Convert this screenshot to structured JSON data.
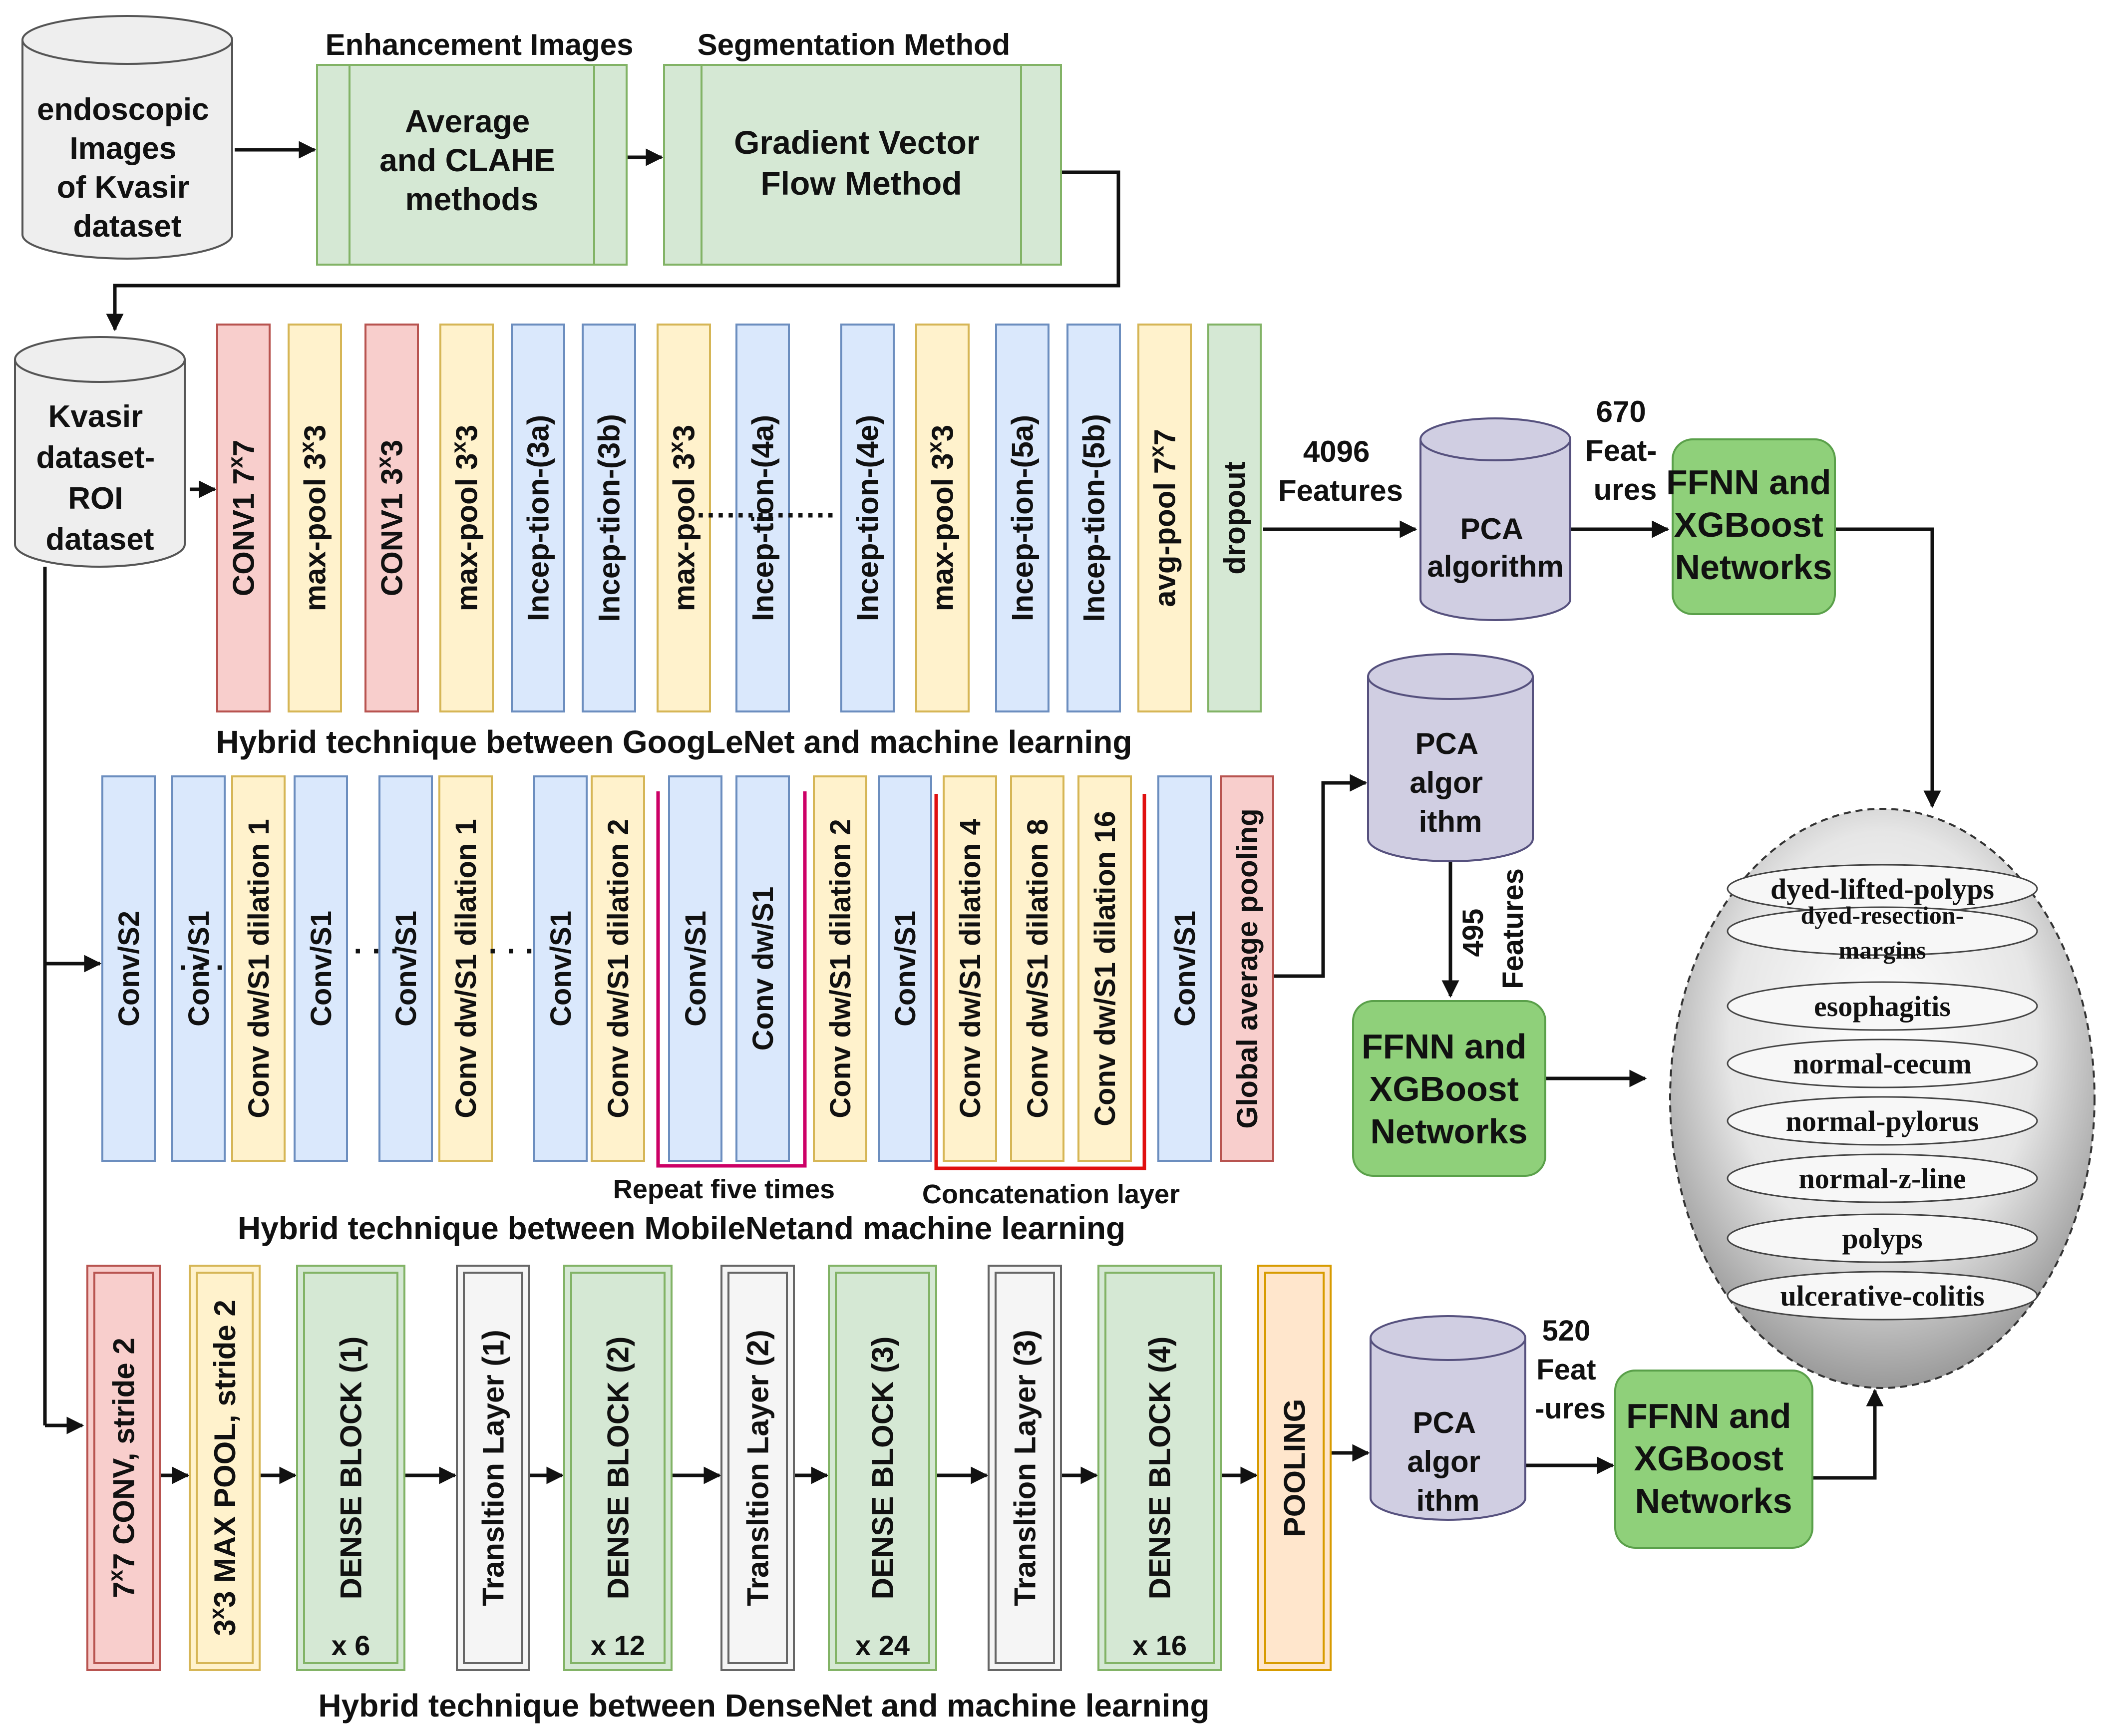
{
  "header": {
    "source_db": "endoscopic Images of Kvasir dataset",
    "enhancement_title": "Enhancement Images",
    "enhancement_box": "Average and CLAHE methods",
    "segmentation_title": "Segmentation Method",
    "segmentation_box": "Gradient Vector Flow  Method",
    "roi_db": "Kvasir dataset-ROI dataset"
  },
  "googlenet": {
    "layers": [
      {
        "label": "CONV1 7x7",
        "kind": "conv"
      },
      {
        "label": "max-pool 3x3",
        "kind": "pool"
      },
      {
        "label": "CONV1 3x3",
        "kind": "conv"
      },
      {
        "label": "max-pool 3x3",
        "kind": "pool"
      },
      {
        "label": "Incep-tion-(3a)",
        "kind": "incep"
      },
      {
        "label": "Incep-tion-(3b)",
        "kind": "incep"
      },
      {
        "label": "max-pool 3x3",
        "kind": "pool"
      },
      {
        "label": "Incep-tion-(4a)",
        "kind": "incep"
      },
      {
        "label": "Incep-tion-(4e)",
        "kind": "incep"
      },
      {
        "label": "max-pool 3x3",
        "kind": "pool"
      },
      {
        "label": "Incep-tion-(5a)",
        "kind": "incep"
      },
      {
        "label": "Incep-tion-(5b)",
        "kind": "incep"
      },
      {
        "label": "avg-pool 7x7",
        "kind": "pool"
      },
      {
        "label": "dropout",
        "kind": "drop"
      }
    ],
    "features_in": "4096 Features",
    "pca": "PCA algorithm",
    "features_out": "670 Feat-ures",
    "classifier": "FFNN and XGBoost Networks",
    "caption": "Hybrid technique between GoogLeNet and machine learning"
  },
  "mobilenet": {
    "layers": [
      {
        "label": "Conv/S2",
        "kind": "blue"
      },
      {
        "label": "Conv/S1",
        "kind": "blue"
      },
      {
        "label": "Conv dw/S1 dilation 1",
        "kind": "yellow"
      },
      {
        "label": "Conv/S1",
        "kind": "blue"
      },
      {
        "label": "Conv/S1",
        "kind": "blue"
      },
      {
        "label": "Conv dw/S1 dilation 1",
        "kind": "yellow"
      },
      {
        "label": "Conv/S1",
        "kind": "blue"
      },
      {
        "label": "Conv dw/S1 dilation 2",
        "kind": "yellow"
      },
      {
        "label": "Conv/S1",
        "kind": "blue"
      },
      {
        "label": "Conv dw/S1",
        "kind": "blue"
      },
      {
        "label": "Conv dw/S1 dilation 2",
        "kind": "yellow"
      },
      {
        "label": "Conv/S1",
        "kind": "blue"
      },
      {
        "label": "Conv dw/S1 dilation 4",
        "kind": "yellow"
      },
      {
        "label": "Conv dw/S1 dilation 8",
        "kind": "yellow"
      },
      {
        "label": "Conv dw/S1 dilation 16",
        "kind": "yellow"
      },
      {
        "label": "Conv/S1",
        "kind": "blue"
      },
      {
        "label": "Global average pooling",
        "kind": "red"
      }
    ],
    "repeat_note": "Repeat five times",
    "concat_note": "Concatenation layer",
    "pca": "PCA algor ithm",
    "features_out": "495 Features",
    "classifier": "FFNN and XGBoost Networks",
    "caption": "Hybrid technique between MobileNetand machine learning"
  },
  "densenet": {
    "layers": [
      {
        "label": "7x7 CONV, stride 2",
        "kind": "red",
        "sub": ""
      },
      {
        "label": "3x3 MAX POOL, stride 2",
        "kind": "yellow",
        "sub": ""
      },
      {
        "label": "DENSE BLOCK (1)",
        "kind": "green",
        "sub": "x 6"
      },
      {
        "label": "Transltion Layer (1)",
        "kind": "gray",
        "sub": ""
      },
      {
        "label": "DENSE BLOCK (2)",
        "kind": "green",
        "sub": "x 12"
      },
      {
        "label": "Transltion Layer (2)",
        "kind": "gray",
        "sub": ""
      },
      {
        "label": "DENSE BLOCK (3)",
        "kind": "green",
        "sub": "x 24"
      },
      {
        "label": "Transltion Layer (3)",
        "kind": "gray",
        "sub": ""
      },
      {
        "label": "DENSE BLOCK (4)",
        "kind": "green",
        "sub": "x 16"
      },
      {
        "label": "POOLING",
        "kind": "orange",
        "sub": ""
      }
    ],
    "pca": "PCA algor ithm",
    "features_out": "520 Feat -ures",
    "classifier": "FFNN and XGBoost Networks",
    "caption": "Hybrid technique between DenseNet and machine learning"
  },
  "classes": [
    "dyed-lifted-polyps",
    "dyed-resection-margins",
    "esophagitis",
    "normal-cecum",
    "normal-pylorus",
    "normal-z-line",
    "polyps",
    "ulcerative-colitis"
  ],
  "colors": {
    "green_fill": "#d5e8d4",
    "green_stroke": "#82b366",
    "classifier_fill": "#8fd07a",
    "classifier_stroke": "#5aa04a",
    "conv_red_fill": "#f8cecc",
    "conv_red_stroke": "#b85450",
    "pool_yellow_fill": "#fff2cc",
    "pool_yellow_stroke": "#d6b656",
    "incep_blue_fill": "#dae8fc",
    "incep_blue_stroke": "#6c8ebf",
    "pca_fill": "#d0cee2",
    "pca_stroke": "#56517e",
    "db_fill": "#eeeeee",
    "db_stroke": "#555555",
    "repeat_bracket": "#cc0066",
    "concat_bracket": "#e01010"
  }
}
